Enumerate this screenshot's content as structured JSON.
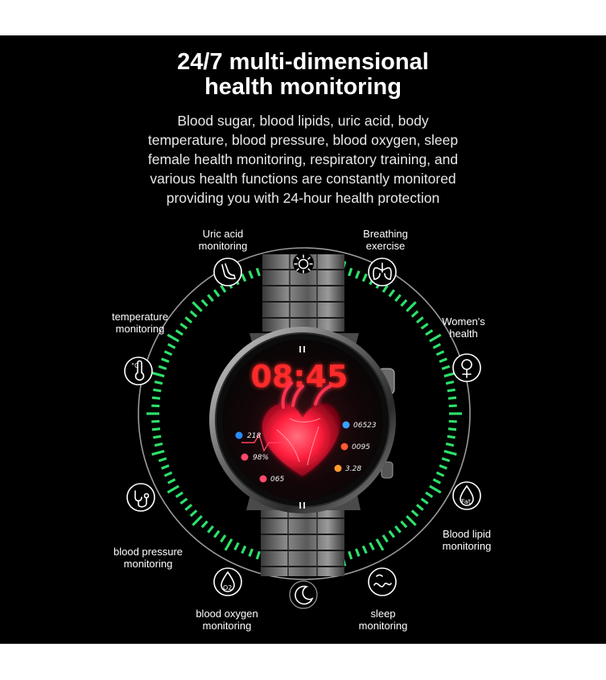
{
  "headline": {
    "line1": "24/7 multi-dimensional",
    "line2": "health monitoring"
  },
  "description": [
    "Blood sugar, blood lipids, uric acid, body",
    "temperature, blood pressure, blood oxygen, sleep",
    "female health monitoring, respiratory training, and",
    "various health functions are constantly monitored",
    "providing you with 24-hour health protection"
  ],
  "features": {
    "uric_acid": {
      "line1": "Uric acid",
      "line2": "monitoring",
      "icon": "foot-icon"
    },
    "breathing": {
      "line1": "Breathing",
      "line2": "exercise",
      "icon": "lungs-icon"
    },
    "temperature": {
      "line1": "temperature",
      "line2": "monitoring",
      "icon": "thermometer-icon"
    },
    "womens_health": {
      "line1": "Women's",
      "line2": "health",
      "icon": "female-symbol-icon"
    },
    "blood_pressure": {
      "line1": "blood pressure",
      "line2": "monitoring",
      "icon": "stethoscope-icon"
    },
    "blood_lipid": {
      "line1": "Blood lipid",
      "line2": "monitoring",
      "icon": "fat-drop-icon",
      "badge": "Fat"
    },
    "blood_oxygen": {
      "line1": "blood oxygen",
      "line2": "monitoring",
      "icon": "o2-drop-icon",
      "badge": "O2"
    },
    "sleep": {
      "line1": "sleep",
      "line2": "monitoring",
      "icon": "sleep-wave-icon"
    }
  },
  "ring_icons": {
    "top": "sun-icon",
    "bottom": "moon-icon"
  },
  "watch": {
    "time": "08:45",
    "metrics": {
      "heart_rate": "218",
      "spo2": "98%",
      "calories": "065",
      "steps": "06523",
      "fire": "0095",
      "distance": "3.28"
    }
  },
  "colors": {
    "background": "#000000",
    "ring_green": "#2ee06a",
    "digital_red": "#ff2a2a",
    "heart_red": "#ff1e3c"
  }
}
